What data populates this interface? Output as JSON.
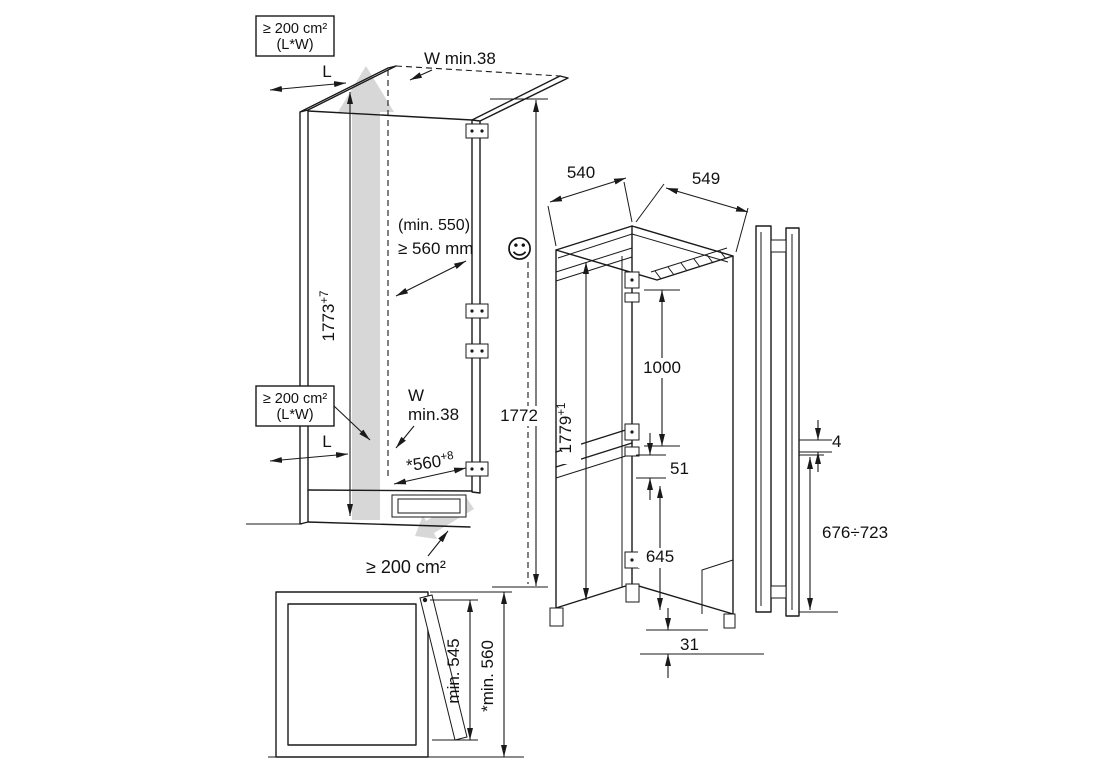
{
  "niche": {
    "vent_top_line1": "≥ 200 cm²",
    "vent_top_line2": "(L*W)",
    "depth_label_top": "L",
    "clearance_top": "W min.38",
    "height_value": "1773",
    "height_tol": "+7",
    "depth_min": "(min. 550)",
    "depth_reco": "≥ 560 mm",
    "vent_mid_line1": "≥ 200 cm²",
    "vent_mid_line2": "(L*W)",
    "clearance_mid_line1": "W",
    "clearance_mid_line2": "min.38",
    "depth_label_mid": "L",
    "width_value": "*560",
    "width_tol": "+8",
    "inner_height": "1772",
    "vent_bottom": "≥ 200 cm²"
  },
  "appliance": {
    "width": "540",
    "depth": "549",
    "height_value": "1779",
    "height_tol": "+1",
    "upper_door": "1000",
    "door_gap": "51",
    "lower_door": "645",
    "base_height": "31"
  },
  "side_view": {
    "front_gap": "4",
    "hinge_range": "676÷723"
  },
  "top_view": {
    "depth_min": "min. 545",
    "depth_reco": "*min. 560"
  },
  "icons": {
    "smiley": "☺"
  }
}
